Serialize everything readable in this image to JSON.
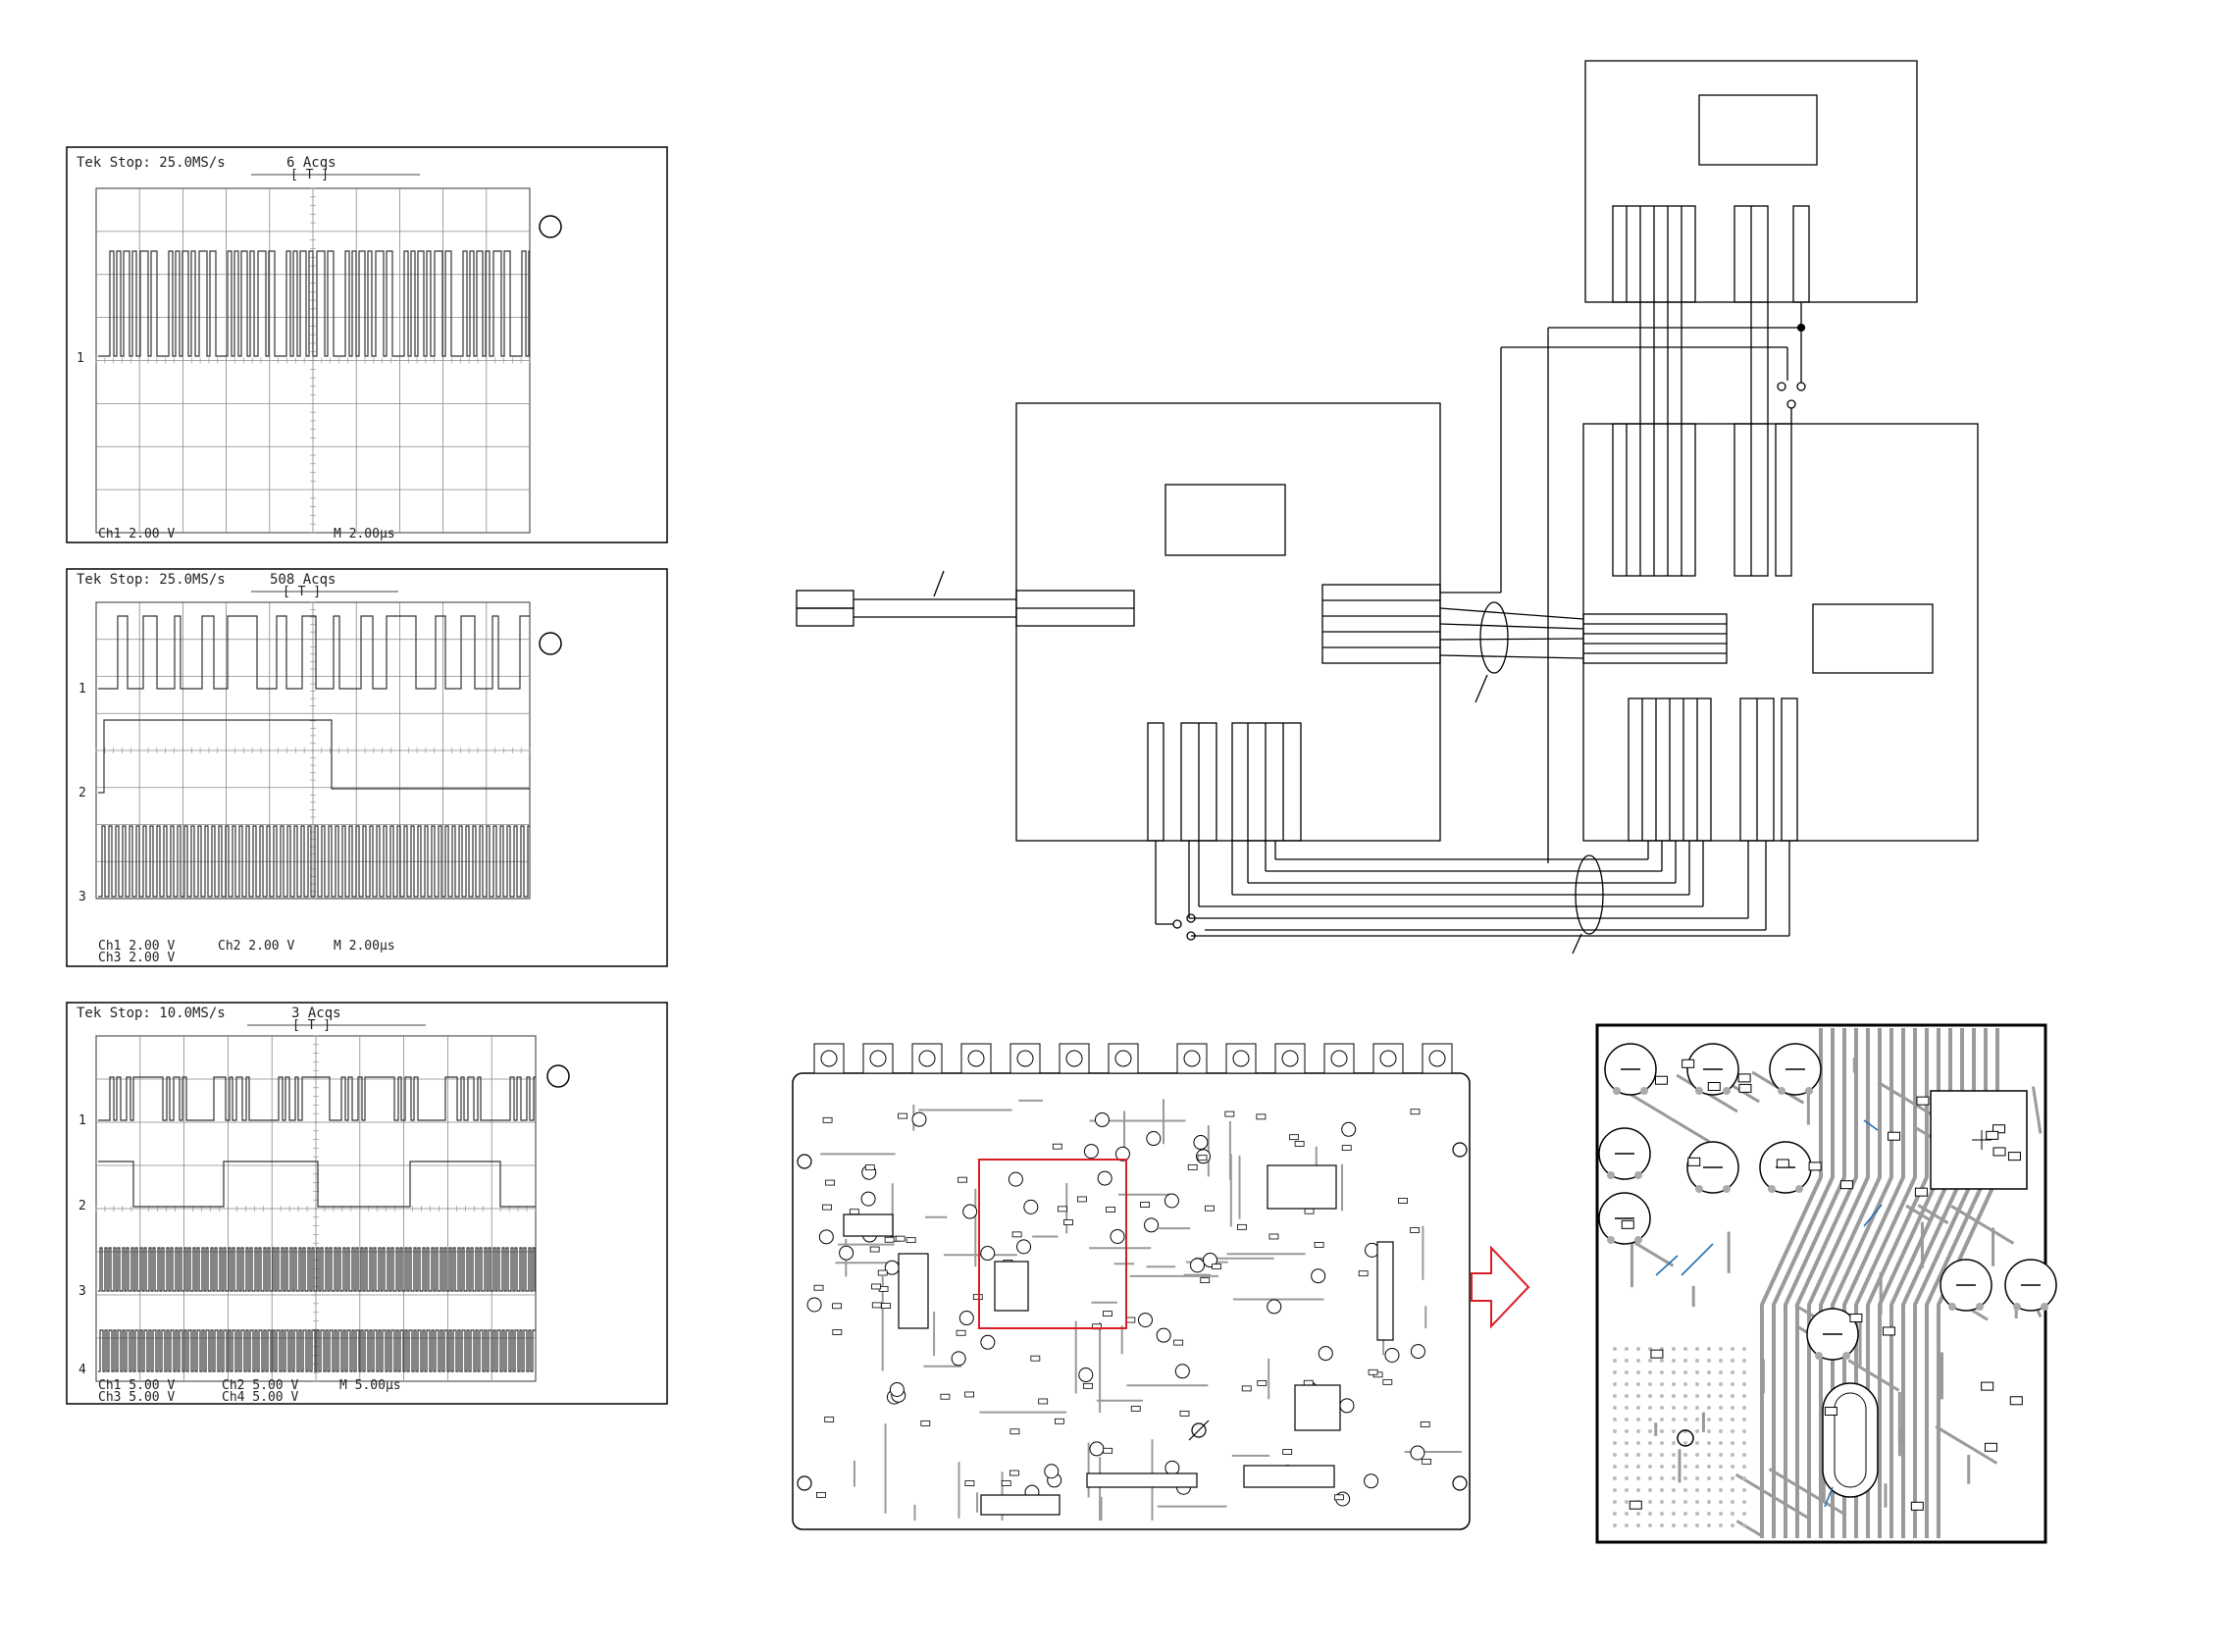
{
  "scopes": [
    {
      "header": "Tek Stop: 25.0MS/s",
      "acqs": "6 Acqs",
      "footer": [
        "Ch1   2.00 V",
        "M 2.00µs"
      ],
      "channels": [
        "1"
      ]
    },
    {
      "header": "Tek Stop: 25.0MS/s",
      "acqs": "508 Acqs",
      "footer": [
        "Ch1   2.00 V",
        "Ch2   2.00 V",
        "M 2.00µs",
        "Ch3   2.00 V"
      ],
      "channels": [
        "1",
        "2",
        "3"
      ]
    },
    {
      "header": "Tek Stop: 10.0MS/s",
      "acqs": "3 Acqs",
      "footer": [
        "Ch1   5.00 V",
        "Ch2   5.00 V",
        "M 5.00µs",
        "Ch3   5.00 V",
        "Ch4   5.00 V"
      ],
      "channels": [
        "1",
        "2",
        "3",
        "4"
      ]
    }
  ],
  "colors": {
    "line": "#000000",
    "trace": "#333333",
    "highlight": "#d91f26",
    "pcb_trace": "#9a9a9a",
    "pointer": "#1f6fb5"
  }
}
